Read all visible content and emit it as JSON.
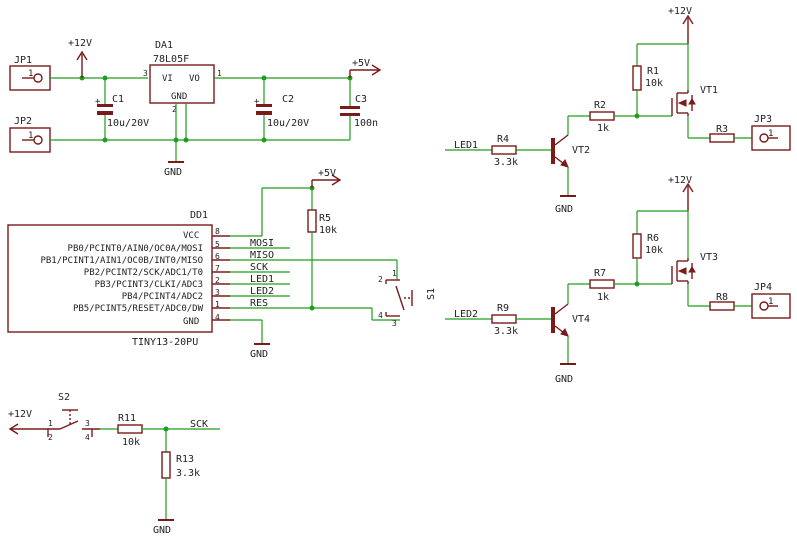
{
  "power": {
    "v12": "+12V",
    "v5": "+5V",
    "gnd": "GND"
  },
  "regulator": {
    "ref": "DA1",
    "value": "78L05F",
    "pin_vi": "VI",
    "pin_vo": "VO",
    "pin_gnd": "GND",
    "pin1": "1",
    "pin2": "2",
    "pin3": "3"
  },
  "connectors": {
    "jp1": "JP1",
    "jp2": "JP2",
    "jp3": "JP3",
    "jp4": "JP4",
    "pin1": "1"
  },
  "capacitors": {
    "c1_ref": "C1",
    "c1_val": "10u/20V",
    "c2_ref": "C2",
    "c2_val": "10u/20V",
    "c3_ref": "C3",
    "c3_val": "100n"
  },
  "mcu": {
    "ref": "DD1",
    "part": "TINY13-20PU",
    "pins": [
      {
        "name": "VCC",
        "num": "8"
      },
      {
        "name": "PB0/PCINT0/AIN0/OC0A/MOSI",
        "num": "5"
      },
      {
        "name": "PB1/PCINT1/AIN1/OC0B/INT0/MISO",
        "num": "6"
      },
      {
        "name": "PB2/PCINT2/SCK/ADC1/T0",
        "num": "7"
      },
      {
        "name": "PB3/PCINT3/CLKI/ADC3",
        "num": "2"
      },
      {
        "name": "PB4/PCINT4/ADC2",
        "num": "3"
      },
      {
        "name": "PB5/PCINT5/RESET/ADC0/DW",
        "num": "1"
      },
      {
        "name": "GND",
        "num": "4"
      }
    ],
    "nets": [
      "MOSI",
      "MISO",
      "SCK",
      "LED1",
      "LED2",
      "RES"
    ]
  },
  "resistors": {
    "r1_ref": "R1",
    "r1_val": "10k",
    "r2_ref": "R2",
    "r2_val": "1k",
    "r3_ref": "R3",
    "r4_ref": "R4",
    "r4_val": "3.3k",
    "r5_ref": "R5",
    "r5_val": "10k",
    "r6_ref": "R6",
    "r6_val": "10k",
    "r7_ref": "R7",
    "r7_val": "1k",
    "r8_ref": "R8",
    "r9_ref": "R9",
    "r9_val": "3.3k",
    "r11_ref": "R11",
    "r11_val": "10k",
    "r13_ref": "R13",
    "r13_val": "3.3k"
  },
  "transistors": {
    "vt1": "VT1",
    "vt2": "VT2",
    "vt3": "VT3",
    "vt4": "VT4"
  },
  "switches": {
    "s1": "S1",
    "s2": "S2",
    "s1_pins": [
      "2",
      "1",
      "4",
      "3"
    ],
    "s2_pins": [
      "1",
      "2",
      "3",
      "4"
    ]
  },
  "nets": {
    "led1": "LED1",
    "led2": "LED2",
    "sck": "SCK"
  }
}
